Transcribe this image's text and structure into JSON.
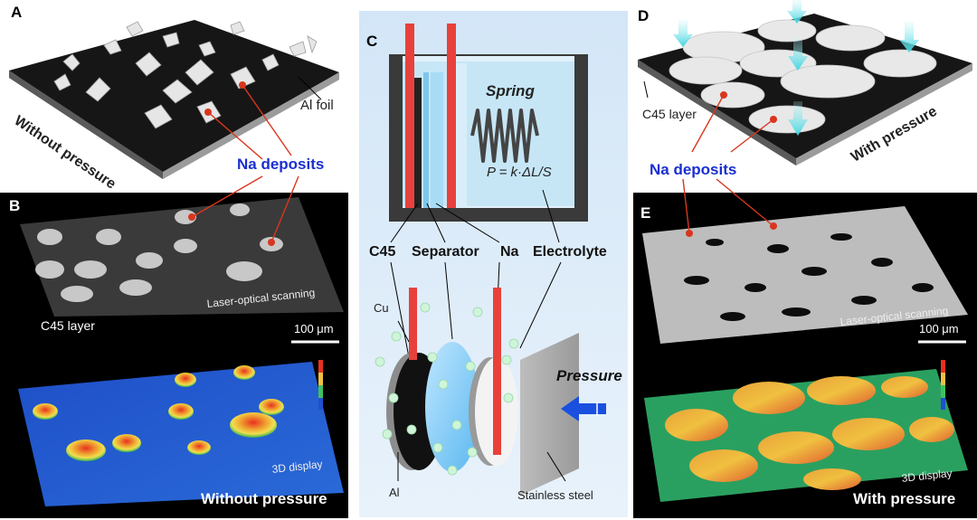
{
  "panels": {
    "A": {
      "letter": "A",
      "condition": "Without pressure",
      "foil_label": "Al foil",
      "deposits_label": "Na deposits"
    },
    "B": {
      "letter": "B",
      "layer_label": "C45 layer",
      "scan_label": "Laser-optical scanning",
      "scale_bar": "100 μm",
      "display_label": "3D display",
      "condition": "Without pressure"
    },
    "C": {
      "letter": "C",
      "spring_label": "Spring",
      "equation": "P = k·ΔL/S",
      "labels": [
        "C45",
        "Separator",
        "Na",
        "Electrolyte"
      ],
      "cu_label": "Cu",
      "al_label": "Al",
      "pressure_label": "Pressure",
      "steel_label": "Stainless steel"
    },
    "D": {
      "letter": "D",
      "layer_label": "C45 layer",
      "deposits_label": "Na deposits",
      "condition": "With pressure"
    },
    "E": {
      "letter": "E",
      "scan_label": "Laser-optical scanning",
      "scale_bar": "100 μm",
      "display_label": "3D display",
      "condition": "With pressure"
    }
  },
  "colors": {
    "deposit_label": "#1a2fd0",
    "leader_line": "#d9361e",
    "tab_red": "#e8413c",
    "pressure_arrow": "#1a4fe0",
    "panel_c_bg": "#dcebf8"
  }
}
